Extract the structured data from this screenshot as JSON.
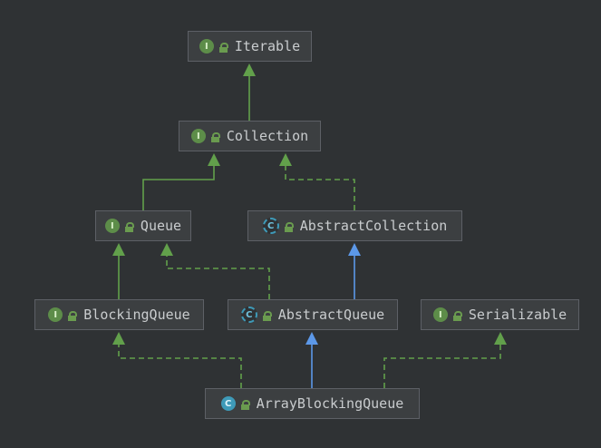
{
  "nodes": [
    {
      "id": "iterable",
      "label": "Iterable",
      "kind": "interface",
      "badge": "I"
    },
    {
      "id": "collection",
      "label": "Collection",
      "kind": "interface",
      "badge": "I"
    },
    {
      "id": "queue",
      "label": "Queue",
      "kind": "interface",
      "badge": "I"
    },
    {
      "id": "abstractcollection",
      "label": "AbstractCollection",
      "kind": "abstract",
      "badge": "C"
    },
    {
      "id": "blockingqueue",
      "label": "BlockingQueue",
      "kind": "interface",
      "badge": "I"
    },
    {
      "id": "abstractqueue",
      "label": "AbstractQueue",
      "kind": "abstract",
      "badge": "C"
    },
    {
      "id": "serializable",
      "label": "Serializable",
      "kind": "interface",
      "badge": "I"
    },
    {
      "id": "arrayblockingqueue",
      "label": "ArrayBlockingQueue",
      "kind": "class",
      "badge": "C"
    }
  ],
  "edges": [
    {
      "from": "collection",
      "to": "iterable",
      "type": "extends-interface"
    },
    {
      "from": "queue",
      "to": "collection",
      "type": "extends-interface"
    },
    {
      "from": "abstractcollection",
      "to": "collection",
      "type": "implements"
    },
    {
      "from": "blockingqueue",
      "to": "queue",
      "type": "extends-interface"
    },
    {
      "from": "abstractqueue",
      "to": "queue",
      "type": "implements"
    },
    {
      "from": "abstractqueue",
      "to": "abstractcollection",
      "type": "extends-class"
    },
    {
      "from": "arrayblockingqueue",
      "to": "blockingqueue",
      "type": "implements"
    },
    {
      "from": "arrayblockingqueue",
      "to": "abstractqueue",
      "type": "extends-class"
    },
    {
      "from": "arrayblockingqueue",
      "to": "serializable",
      "type": "implements"
    }
  ],
  "colors": {
    "background": "#2f3234",
    "node_fill": "#3c3f41",
    "node_border": "#5d6066",
    "text": "#c9ccce",
    "interface_edge": "#62a04b",
    "class_edge": "#5c98e8"
  }
}
